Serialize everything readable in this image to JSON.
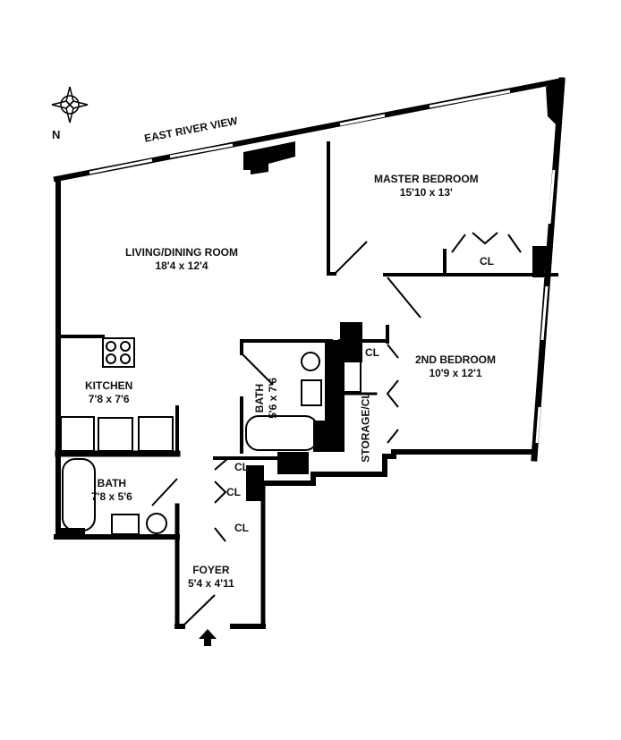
{
  "compass": {
    "label": "N"
  },
  "view_label": "EAST RIVER VIEW",
  "rooms": {
    "living": {
      "name": "LIVING/DINING ROOM",
      "size": "18'4 x 12'4"
    },
    "master": {
      "name": "MASTER BEDROOM",
      "size": "15'10 x 13'"
    },
    "second": {
      "name": "2ND BEDROOM",
      "size": "10'9 x 12'1"
    },
    "kitchen": {
      "name": "KITCHEN",
      "size": "7'8 x 7'6"
    },
    "bath1": {
      "name": "BATH",
      "size": "5'6 x 7'6"
    },
    "bath2": {
      "name": "BATH",
      "size": "7'8 x 5'6"
    },
    "foyer": {
      "name": "FOYER",
      "size": "5'4 x 4'11"
    },
    "storage": {
      "name": "STORAGE/CL"
    }
  },
  "closets": [
    "CL",
    "CL",
    "CL",
    "CL",
    "CL"
  ]
}
